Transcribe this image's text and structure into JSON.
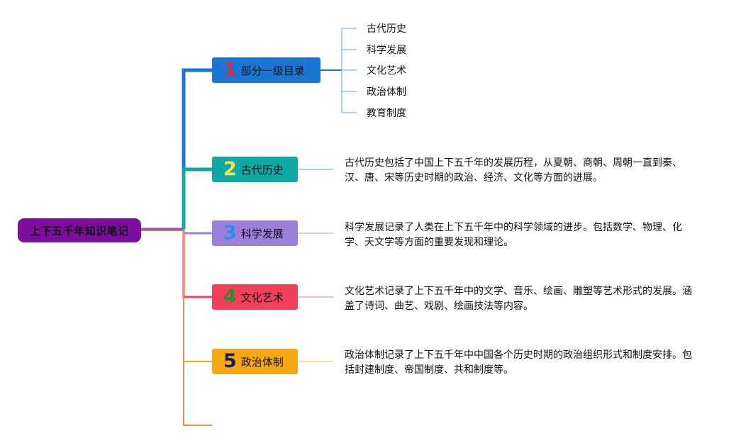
{
  "root": {
    "label": "上下五千年知识笔记",
    "color": "#7C0D9E"
  },
  "branches": [
    {
      "num": "1",
      "label": "部分一级目录",
      "color": "#1976D2",
      "num_color": "#D32F45"
    },
    {
      "num": "2",
      "label": "古代历史",
      "color": "#0FA8A3",
      "num_color": "#F9E14B"
    },
    {
      "num": "3",
      "label": "科学发展",
      "color": "#9C7FDB",
      "num_color": "#2E8EE6"
    },
    {
      "num": "4",
      "label": "文化艺术",
      "color": "#F4405A",
      "num_color": "#2F8B2C"
    },
    {
      "num": "5",
      "label": "政治体制",
      "color": "#F6A812",
      "num_color": "#1B1F5E"
    }
  ],
  "sub_items": [
    "古代历史",
    "科学发展",
    "文化艺术",
    "政治体制",
    "教育制度"
  ],
  "descriptions": [
    "古代历史包括了中国上下五千年的发展历程，从夏朝、商朝、周朝一直到秦、汉、唐、宋等历史时期的政治、经济、文化等方面的进展。",
    "科学发展记录了人类在上下五千年中的科学领域的进步。包括数学、物理、化学、天文学等方面的重要发现和理论。",
    "文化艺术记录了上下五千年中的文学、音乐、绘画、雕塑等艺术形式的发展。涵盖了诗词、曲艺、戏剧、绘画技法等内容。",
    "政治体制记录了上下五千年中中国各个历史时期的政治组织形式和制度安排。包括封建制度、帝国制度、共和制度等。"
  ]
}
